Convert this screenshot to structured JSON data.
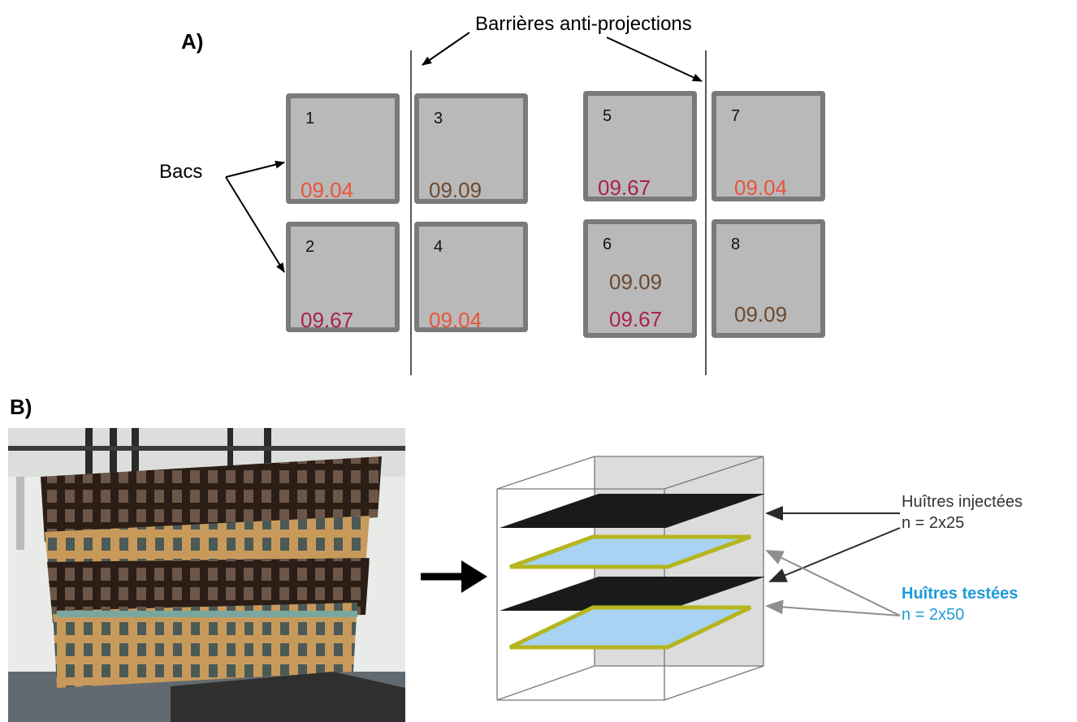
{
  "panel_a": {
    "label": "A)",
    "barrier_label": "Barrières anti-projections",
    "bacs_label": "Bacs",
    "tanks": [
      {
        "number": "1",
        "codes": [
          {
            "text": "09.04",
            "color": "#e8553a"
          }
        ]
      },
      {
        "number": "2",
        "codes": [
          {
            "text": "09.67",
            "color": "#a8224e"
          }
        ]
      },
      {
        "number": "3",
        "codes": [
          {
            "text": "09.09",
            "color": "#6b4a32"
          }
        ]
      },
      {
        "number": "4",
        "codes": [
          {
            "text": "09.04",
            "color": "#e8553a"
          }
        ]
      },
      {
        "number": "5",
        "codes": [
          {
            "text": "09.67",
            "color": "#a8224e"
          }
        ]
      },
      {
        "number": "6",
        "codes": [
          {
            "text": "09.09",
            "color": "#6b4a32"
          },
          {
            "text": "09.67",
            "color": "#a8224e"
          }
        ]
      },
      {
        "number": "7",
        "codes": [
          {
            "text": "09.04",
            "color": "#e8553a"
          }
        ]
      },
      {
        "number": "8",
        "codes": [
          {
            "text": "09.09",
            "color": "#6b4a32"
          }
        ]
      }
    ]
  },
  "panel_b": {
    "label": "B)",
    "injected": {
      "title": "Huîtres injectées",
      "count": "n = 2x25"
    },
    "tested": {
      "title": "Huîtres testées",
      "count": "n = 2x50"
    }
  },
  "colors": {
    "tank_fill": "#b9b9b9",
    "tank_border": "#7a7a7a",
    "injected_layer": "#1a1a1a",
    "tested_layer_fill": "#a9d3f2",
    "tested_layer_border": "#b5b51e",
    "tested_text": "#1e9bd8"
  }
}
